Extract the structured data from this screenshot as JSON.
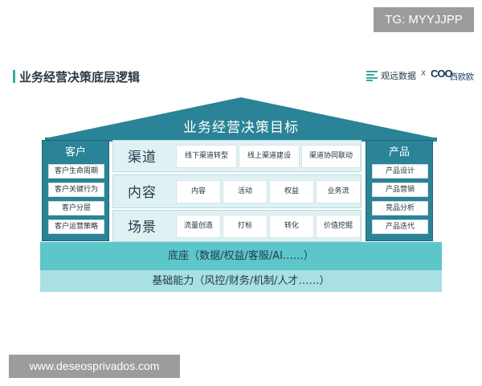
{
  "watermark_top": "TG: MYYJJPP",
  "watermark_bottom": "www.deseosprivados.com",
  "header": {
    "title": "业务经营决策底层逻辑",
    "logo_name": "观远数据",
    "logo_x": "X",
    "logo_coo": "COO",
    "logo_xo": "西欧欧"
  },
  "roof": {
    "title": "业务经营决策目标"
  },
  "left_box": {
    "title": "客户",
    "items": [
      "客户生命周期",
      "客户关键行为",
      "客户分层",
      "客户运营策略"
    ]
  },
  "right_box": {
    "title": "产品",
    "items": [
      "产品设计",
      "产品营销",
      "竞品分析",
      "产品迭代"
    ]
  },
  "rows": [
    {
      "label": "渠道",
      "items": [
        "线下渠道转型",
        "线上渠道建设",
        "渠道协同联动"
      ]
    },
    {
      "label": "内容",
      "items": [
        "内容",
        "活动",
        "权益",
        "业务流"
      ]
    },
    {
      "label": "场景",
      "items": [
        "流量创造",
        "打标",
        "转化",
        "价值挖掘"
      ]
    }
  ],
  "foundation": {
    "base": "底座（数据/权益/客服/AI……）",
    "capability": "基础能力（风控/财务/机制/人才……）"
  },
  "colors": {
    "roof": "#2a8396",
    "side": "#2a8396",
    "row_bg": "#dff1f3",
    "base": "#5cc6cb",
    "capability": "#a8e0e3"
  }
}
